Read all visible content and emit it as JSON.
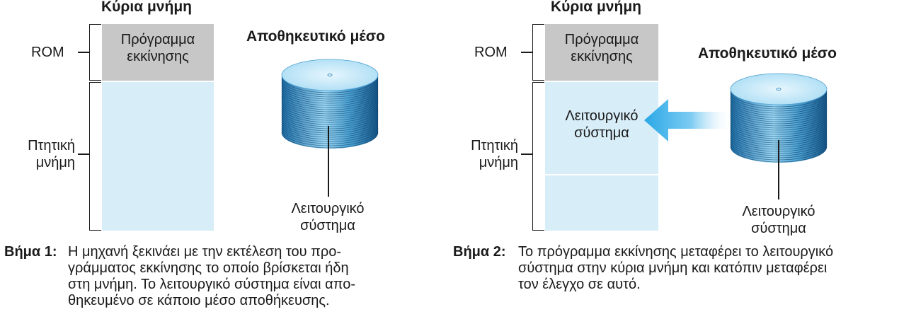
{
  "step1": {
    "main_memory_title": "Κύρια μνήμη",
    "rom_label": "ROM",
    "boot_program": [
      "Πρόγραμμα",
      "εκκίνησης"
    ],
    "ram_label": [
      "Πτητική",
      "μνήμη"
    ],
    "storage_title": "Αποθηκευτικό μέσο",
    "os_label": [
      "Λειτουργικό",
      "σύστημα"
    ],
    "caption_label": "Βήμα 1:",
    "caption_lines": [
      "Η μηχανή ξεκινάει με την εκτέλεση του προ-",
      "γράμματος εκκίνησης το οποίο βρίσκεται ήδη",
      "στη μνήμη. Το λειτουργικό σύστημα είναι απο-",
      "θηκευμένο σε κάποιο μέσο αποθήκευσης."
    ]
  },
  "step2": {
    "main_memory_title": "Κύρια μνήμη",
    "rom_label": "ROM",
    "boot_program": [
      "Πρόγραμμα",
      "εκκίνησης"
    ],
    "ram_label": [
      "Πτητική",
      "μνήμη"
    ],
    "os_in_memory": [
      "Λειτουργικό",
      "σύστημα"
    ],
    "storage_title": "Αποθηκευτικό μέσο",
    "os_label": [
      "Λειτουργικό",
      "σύστημα"
    ],
    "caption_label": "Βήμα 2:",
    "caption_lines": [
      "Το πρόγραμμα εκκίνησης μεταφέρει το λειτουργικό",
      "σύστημα στην κύρια μνήμη και κατόπιν μεταφέρει",
      "τον έλεγχο σε αυτό."
    ]
  },
  "colors": {
    "rom": "#c7c7c7",
    "ram": "#d7edf8",
    "disk": "#4a9fd0",
    "arrow": "#3ab0e8"
  },
  "icons": {
    "storage": "disk-stack-icon",
    "transfer": "arrow-left-icon"
  }
}
